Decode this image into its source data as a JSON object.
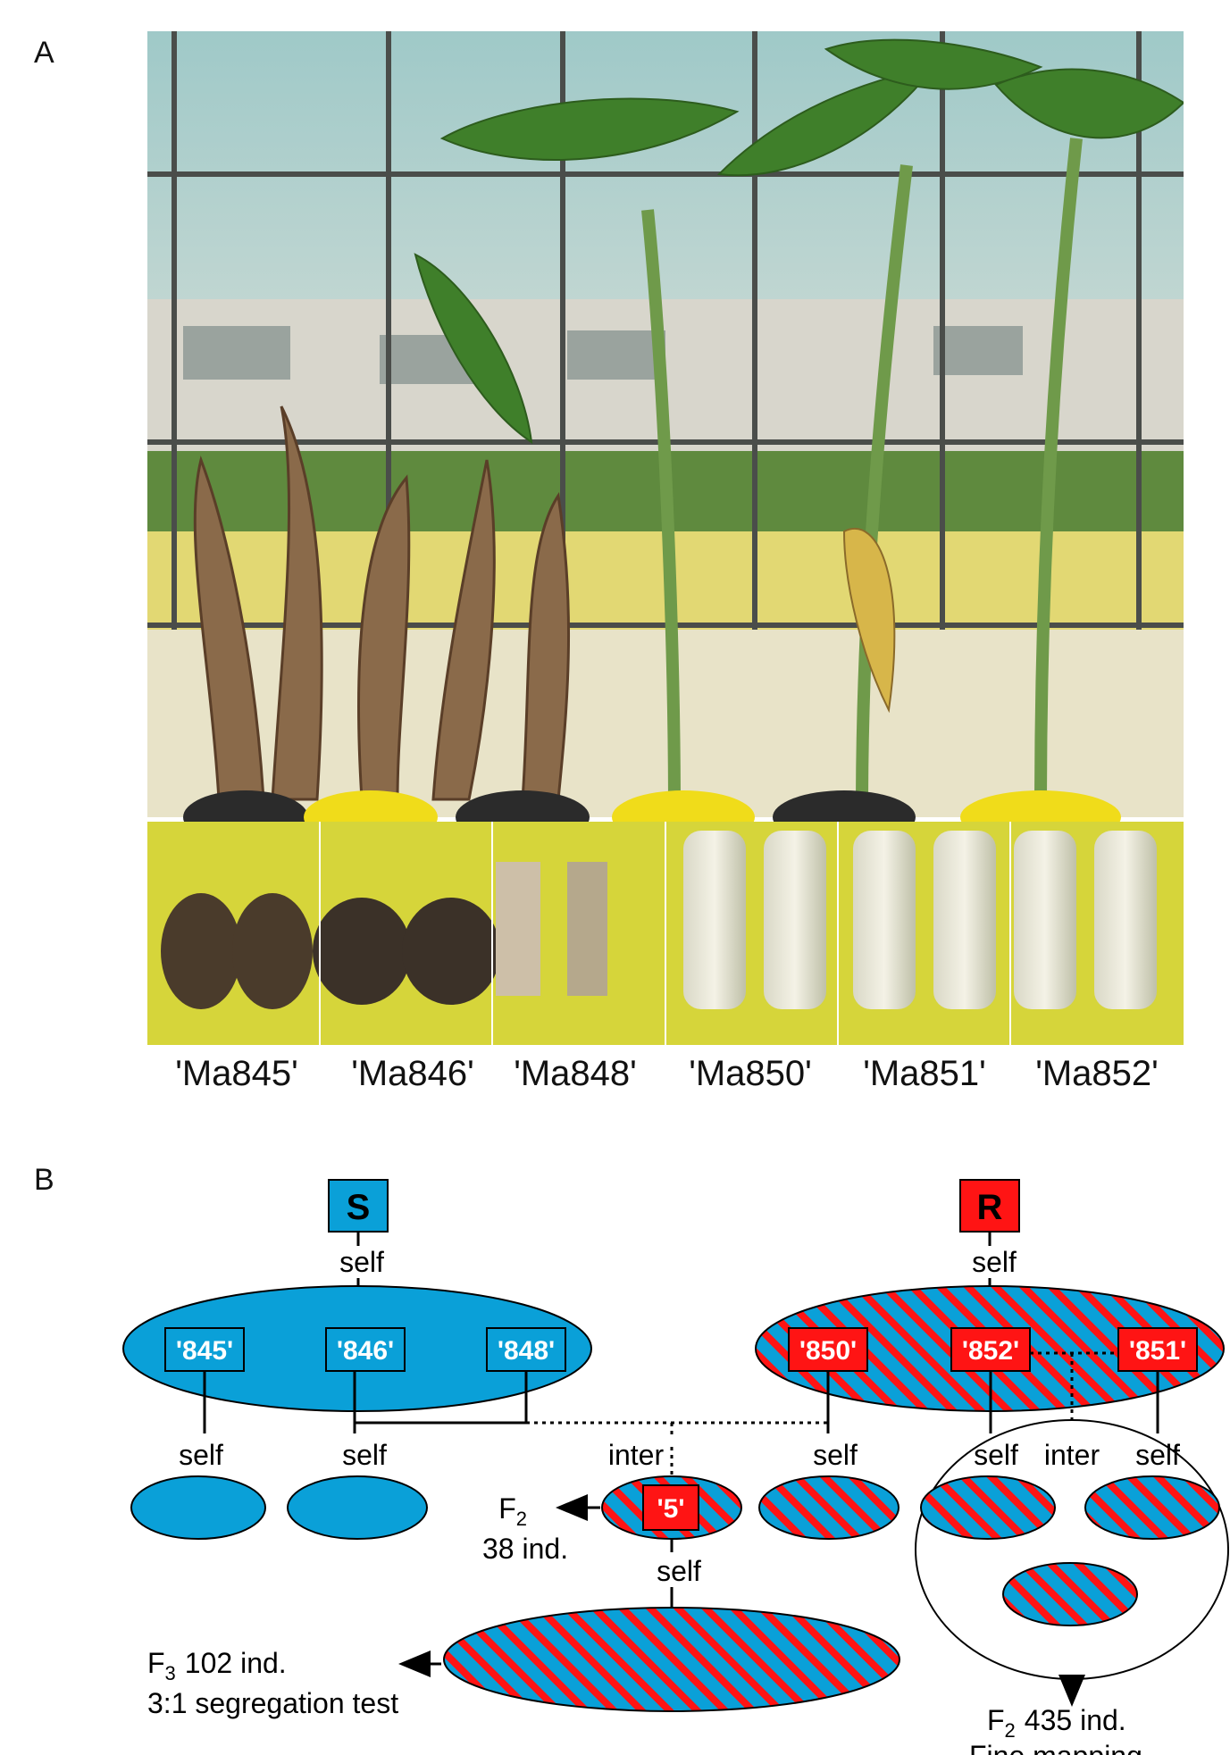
{
  "figure": {
    "panel_a": {
      "letter": "A",
      "cultivar_labels": [
        "'Ma845'",
        "'Ma846'",
        "'Ma848'",
        "'Ma850'",
        "'Ma851'",
        "'Ma852'"
      ]
    },
    "panel_b": {
      "letter": "B",
      "s_box": "S",
      "r_box": "R",
      "self": "self",
      "inter": "inter",
      "s_lines": [
        "'845'",
        "'846'",
        "'848'"
      ],
      "r_lines": [
        "'850'",
        "'852'",
        "'851'"
      ],
      "hybrid": "'5'",
      "f2_left_sym": "F",
      "f2_left_sub": "2",
      "f2_left_count": "38 ind.",
      "f3_sym": "F",
      "f3_sub": "3",
      "f3_count": "102 ind.",
      "f3_test": "3:1 segregation test",
      "f2_right_sym": "F",
      "f2_right_sub": "2",
      "f2_right_count": "435 ind.",
      "f2_right_purpose": "Fine mapping"
    },
    "colors": {
      "blue": "#0aa0d8",
      "red": "#ff1414"
    }
  }
}
